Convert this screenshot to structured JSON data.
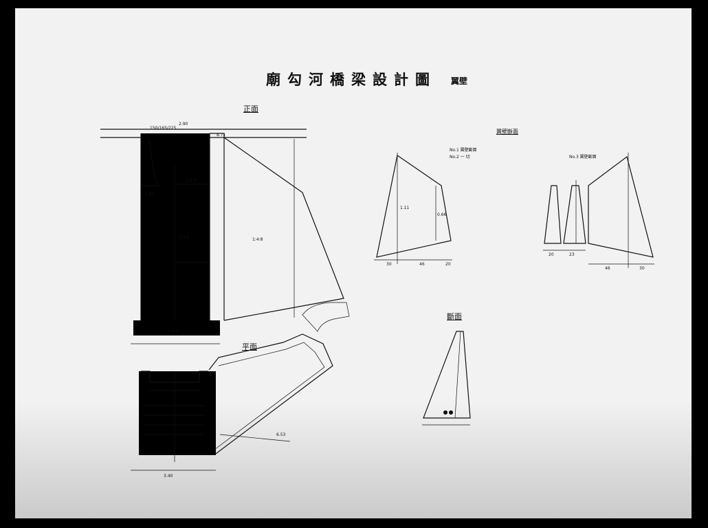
{
  "drawing": {
    "title": "廟勾河橋梁設計圖",
    "subtitle": "翼壁"
  },
  "views": {
    "front": "正面",
    "plan": "平面",
    "section": "翼壁斷面",
    "cross_section": "斷面"
  },
  "dimensions": {
    "top_offsets": "150/165/225",
    "top_length": "2.90",
    "right_offset": "8.71",
    "base_width": "3.40",
    "left_height": "1.85",
    "mix_upper": "1:2:4",
    "mix_body": "1:3:6",
    "mix_wing": "1:4:8",
    "mix_base": "1:3:4",
    "plan_length": "6.53",
    "section_left_height": "1.11",
    "section_right_height": "0.66",
    "section_base_1": "30",
    "section_base_2": "46",
    "section_base_3": "20",
    "section_b_base_1": "20",
    "section_b_base_2": "23",
    "section_b_base_3": "46",
    "section_b_base_4": "30"
  },
  "notes": {
    "left_section_title_1": "No.1 翼壁斷面",
    "left_section_title_2": "No.2 一 切",
    "right_section_title": "No.3 翼壁斷面"
  }
}
